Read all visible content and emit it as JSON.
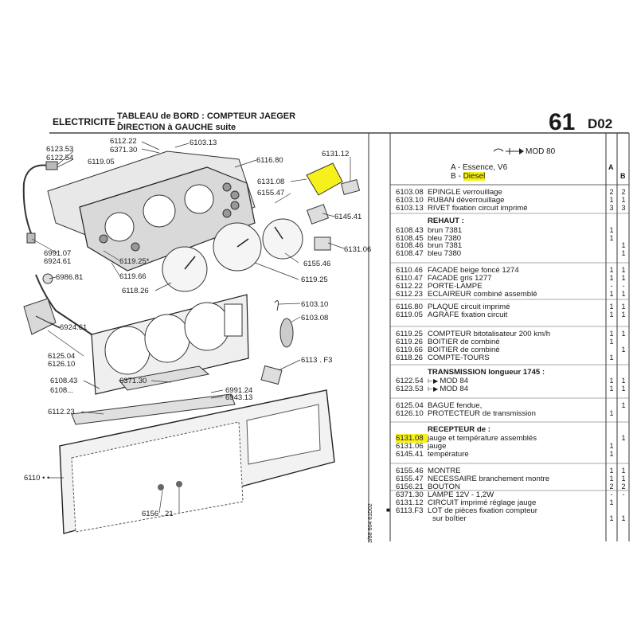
{
  "header": {
    "section": "ELECTRICITE -",
    "title": "TABLEAU de BORD : COMPTEUR JAEGER",
    "subtitle": "DIRECTION à GAUCHE suite",
    "page_number": "61",
    "page_code": "D02"
  },
  "legend": {
    "mod_label": "MOD 80",
    "variant_a": "A - Essence, V6",
    "variant_b_prefix": "B - ",
    "variant_b_value": "Diesel",
    "col_a": "A",
    "col_b": "B"
  },
  "diagram_labels": {
    "l6123_53": "6123.53",
    "l6122_54": "6122.54",
    "l6119_05": "6119.05",
    "l6112_22": "6112.22",
    "l6371_30a": "6371.30",
    "l6103_13": "6103.13",
    "l6116_80": "6116.80",
    "l6131_12": "6131.12",
    "l6131_08": "6131.08",
    "l6155_47": "6155.47",
    "l6145_41": "6145.41",
    "l6131_06": "6131.06",
    "l6991_07": "6991.07",
    "l6924_61a": "6924.61",
    "l6119_25s": "6119.25*",
    "l6119_66": "6119.66",
    "l6155_46": "6155.46",
    "l6986_81": "6986.81",
    "l6118_26": "6118.26",
    "l6119_25": "6119.25",
    "l6103_10": "6103.10",
    "l6924_61b": "6924.61",
    "l6103_08": "6103.08",
    "l6125_04": "6125.04",
    "l6126_10": "6126.10",
    "l6113_F3": "6113 . F3",
    "l6108_43": "6108.43",
    "l6108_dots": "6108...",
    "l6371_30b": "6371.30",
    "l6991_24": "6991.24",
    "l6943_13": "6943.13",
    "l6112_23": "6112.23",
    "l6110": "6110 • •",
    "l6156_21": "6156 . 21",
    "margin_note": "3/88 604 61D02"
  },
  "parts": [
    {
      "code": "6103.08",
      "desc": "EPINGLE verrouillage",
      "a": "2",
      "b": "2"
    },
    {
      "code": "6103.10",
      "desc": "RUBAN déverrouillage",
      "a": "1",
      "b": "1"
    },
    {
      "code": "6103.13",
      "desc": "RIVET fixation circuit imprimé",
      "a": "3",
      "b": "3"
    },
    {
      "code": "",
      "desc": "REHAUT :",
      "a": "",
      "b": "",
      "bold": true
    },
    {
      "code": "6108.43",
      "desc": "brun 7381",
      "a": "1",
      "b": ""
    },
    {
      "code": "6108.45",
      "desc": "bleu 7380",
      "a": "1",
      "b": ""
    },
    {
      "code": "6108.46",
      "desc": "brun 7381",
      "a": "",
      "b": "1"
    },
    {
      "code": "6108.47",
      "desc": "bleu 7380",
      "a": "",
      "b": "1"
    },
    {
      "code": "6110.46",
      "desc": "FACADE beige foncé 1274",
      "a": "1",
      "b": "1"
    },
    {
      "code": "6110.47",
      "desc": "FACADE gris 1277",
      "a": "1",
      "b": "1"
    },
    {
      "code": "6112.22",
      "desc": "PORTE-LAMPE",
      "a": "-",
      "b": "-"
    },
    {
      "code": "6112.23",
      "desc": "ECLAIREUR combiné assemblé",
      "a": "1",
      "b": "1"
    },
    {
      "code": "6116.80",
      "desc": "PLAQUE circuit imprimé",
      "a": "1",
      "b": "1"
    },
    {
      "code": "6119.05",
      "desc": "AGRAFE fixation circuit",
      "a": "1",
      "b": "1"
    },
    {
      "code": "6119.25",
      "desc": "COMPTEUR bitotalisateur 200 km/h",
      "a": "1",
      "b": "1"
    },
    {
      "code": "6119.26",
      "desc": "BOITIER de combiné",
      "a": "1",
      "b": ""
    },
    {
      "code": "6119.66",
      "desc": "BOITIER de combiné",
      "a": "",
      "b": "1"
    },
    {
      "code": "6118.26",
      "desc": "COMPTE-TOURS",
      "a": "1",
      "b": ""
    },
    {
      "code": "",
      "desc": "TRANSMISSION longueur 1745 :",
      "a": "",
      "b": "",
      "bold": true
    },
    {
      "code": "6122.54",
      "desc": "MOD 84",
      "a": "1",
      "b": "1",
      "arrow": true
    },
    {
      "code": "6123.53",
      "desc": "MOD 84",
      "a": "1",
      "b": "1",
      "arrow": true
    },
    {
      "code": "6125.04",
      "desc": "BAGUE fendue,",
      "a": "",
      "b": "1"
    },
    {
      "code": "6126.10",
      "desc": "PROTECTEUR de transmission",
      "a": "1",
      "b": ""
    },
    {
      "code": "",
      "desc": "RECEPTEUR de :",
      "a": "",
      "b": "",
      "bold": true
    },
    {
      "code": "6131.08",
      "desc": "jauge et température assemblés",
      "a": "",
      "b": "1",
      "highlight": true
    },
    {
      "code": "6131.06",
      "desc": "jauge",
      "a": "1",
      "b": ""
    },
    {
      "code": "6145.41",
      "desc": "température",
      "a": "1",
      "b": ""
    },
    {
      "code": "6155.46",
      "desc": "MONTRE",
      "a": "1",
      "b": "1"
    },
    {
      "code": "6155.47",
      "desc": "NECESSAIRE branchement montre",
      "a": "1",
      "b": "1"
    },
    {
      "code": "6156.21",
      "desc": "BOUTON",
      "a": "2",
      "b": "2"
    },
    {
      "code": "6371.30",
      "desc": "LAMPE 12V - 1,2W",
      "a": "-",
      "b": "-"
    },
    {
      "code": "6131.12",
      "desc": "CIRCUIT imprimé réglage jauge",
      "a": "1",
      "b": ""
    },
    {
      "code": "6113.F3",
      "desc": "LOT de pièces fixation compteur",
      "a": "",
      "b": "",
      "square": true
    },
    {
      "code": "",
      "desc": "sur boîtier",
      "a": "1",
      "b": "1"
    }
  ]
}
